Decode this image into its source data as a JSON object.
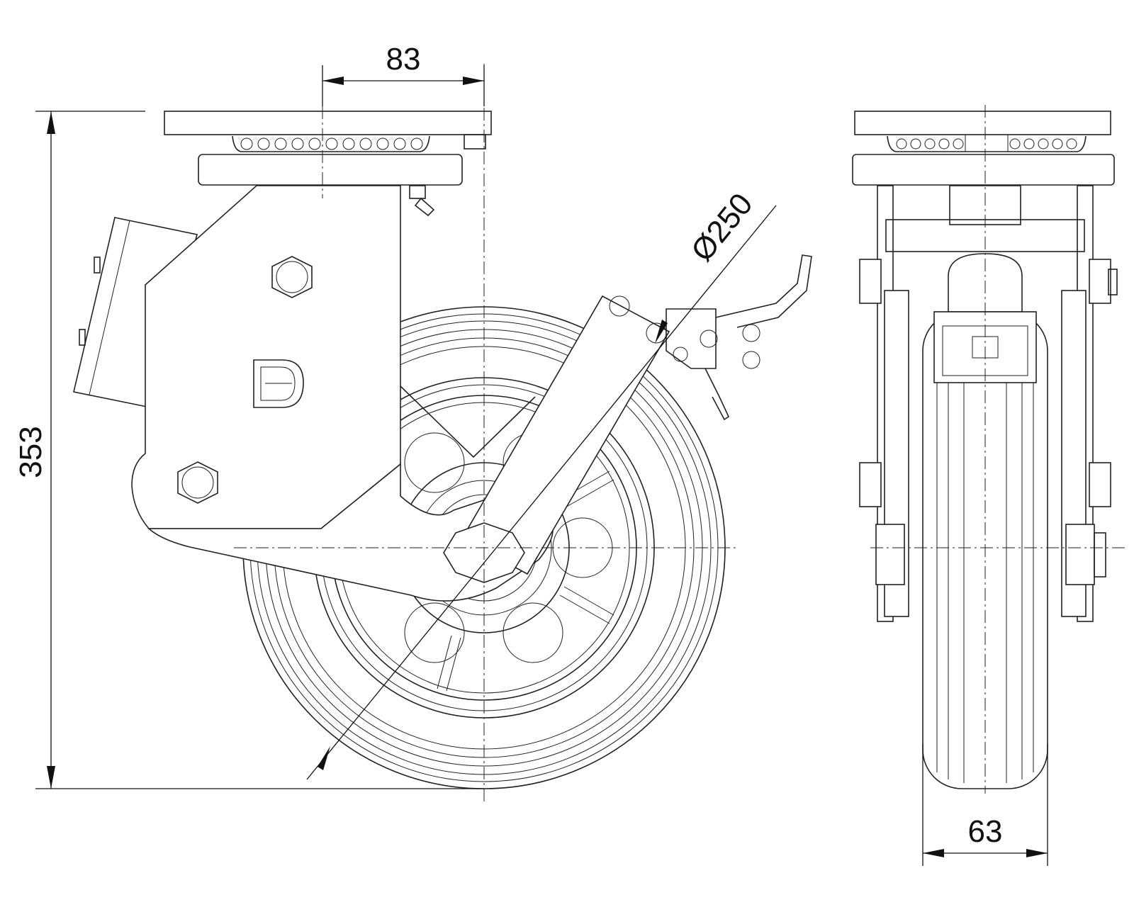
{
  "dimensions": {
    "offset": "83",
    "height": "353",
    "diameter": "Ø250",
    "width": "63"
  },
  "colors": {
    "line": "#222222",
    "background": "#ffffff"
  }
}
